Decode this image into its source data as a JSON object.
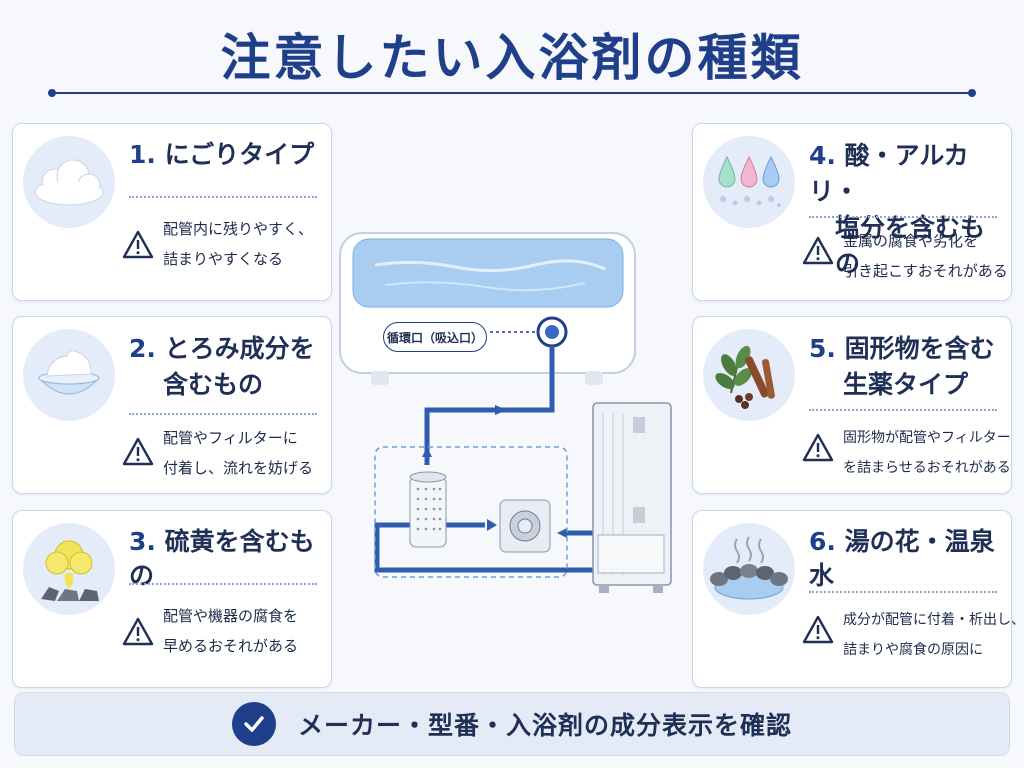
{
  "title": "注意したい入浴剤の種類",
  "cards": [
    {
      "num": "1.",
      "title_lines": [
        "にごりタイプ"
      ],
      "desc_lines": [
        "配管内に残りやすく、",
        "詰まりやすくなる"
      ]
    },
    {
      "num": "2.",
      "title_lines": [
        "とろみ成分を",
        "含むもの"
      ],
      "desc_lines": [
        "配管やフィルターに",
        "付着し、流れを妨げる"
      ]
    },
    {
      "num": "3.",
      "title_lines": [
        "硫黄を含むもの"
      ],
      "desc_lines": [
        "配管や機器の腐食を",
        "早めるおそれがある"
      ]
    },
    {
      "num": "4.",
      "title_lines": [
        "酸・アルカリ・",
        "塩分を含むもの"
      ],
      "desc_lines": [
        "金属の腐食や劣化を",
        "引き起こすおそれがある"
      ]
    },
    {
      "num": "5.",
      "title_lines": [
        "固形物を含む",
        "生薬タイプ"
      ],
      "desc_lines": [
        "固形物が配管やフィルター",
        "を詰まらせるおそれがある"
      ]
    },
    {
      "num": "6.",
      "title_lines": [
        "湯の花・温泉水"
      ],
      "desc_lines": [
        "成分が配管に付着・析出し、",
        "詰まりや腐食の原因に"
      ]
    }
  ],
  "diagram": {
    "port_label": "循環口（吸込口）"
  },
  "footer": {
    "text": "メーカー・型番・入浴剤の成分表示を確認"
  },
  "colors": {
    "navy": "#1f3f8a",
    "card_border": "#c9d7ec",
    "water": "#a9cdf0"
  },
  "icons": [
    "cloud-icon",
    "cream-bowl-icon",
    "sulfur-rocks-icon",
    "droplets-icon",
    "herbs-icon",
    "hot-spring-icon",
    "warning-icon",
    "check-icon"
  ]
}
